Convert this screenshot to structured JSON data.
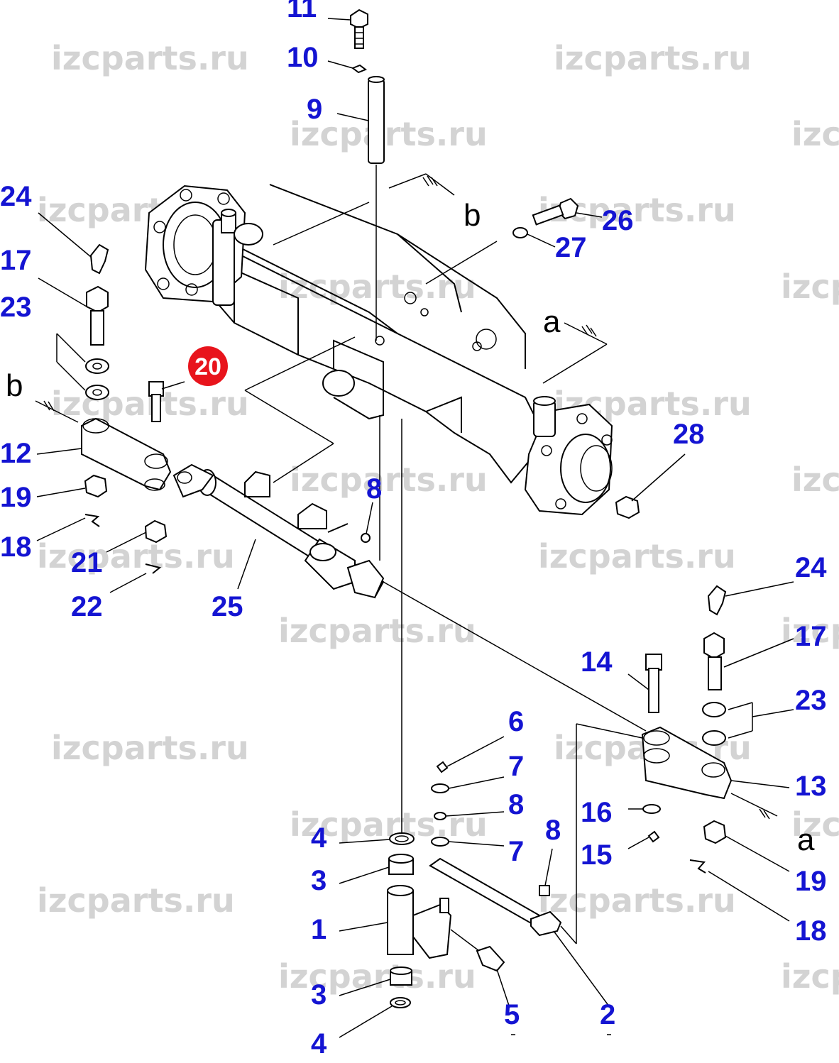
{
  "watermark": "izcparts.ru",
  "highlight_color": "#e8141c",
  "label_color": "#1414d2",
  "highlighted_part": "20",
  "section_letters": {
    "a": "a",
    "b": "b"
  },
  "labels": {
    "n1": "1",
    "n2": "2",
    "n3a": "3",
    "n3b": "3",
    "n4a": "4",
    "n4b": "4",
    "n5": "5",
    "n6": "6",
    "n7a": "7",
    "n7b": "7",
    "n8a": "8",
    "n8b": "8",
    "n8c": "8",
    "n9": "9",
    "n10": "10",
    "n11": "11",
    "n12": "12",
    "n13": "13",
    "n14": "14",
    "n15": "15",
    "n16": "16",
    "n17a": "17",
    "n17b": "17",
    "n18a": "18",
    "n18b": "18",
    "n19a": "19",
    "n19b": "19",
    "n21": "21",
    "n22": "22",
    "n23a": "23",
    "n23b": "23",
    "n24a": "24",
    "n24b": "24",
    "n25": "25",
    "n26": "26",
    "n27": "27",
    "n28": "28"
  }
}
